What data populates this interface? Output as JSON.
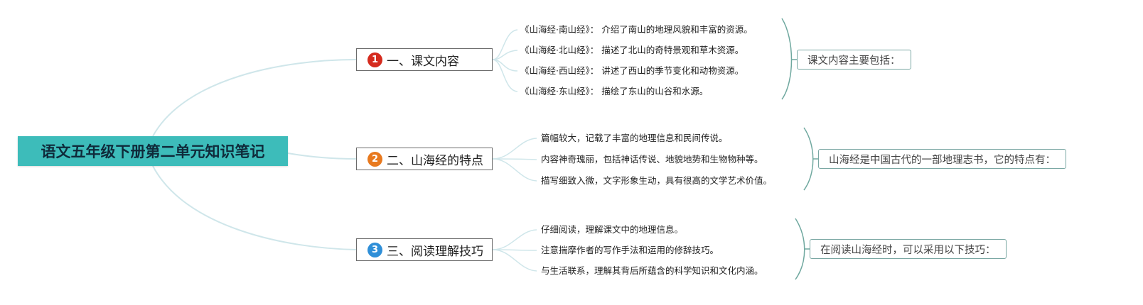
{
  "root": {
    "title": "语文五年级下册第二单元知识笔记"
  },
  "colors": {
    "root_fill": "#3dbcba",
    "connector": "#cfe6ea",
    "brace": "#6fa89f",
    "badge_1": "#d52b1e",
    "badge_2": "#e8791e",
    "badge_3": "#2f8fd8"
  },
  "branches": [
    {
      "number": "1",
      "label": "一、课文内容",
      "summary": "课文内容主要包括：",
      "leaves": [
        "《山海经·南山经》： 介绍了南山的地理风貌和丰富的资源。",
        "《山海经·北山经》： 描述了北山的奇特景观和草木资源。",
        "《山海经·西山经》： 讲述了西山的季节变化和动物资源。",
        "《山海经·东山经》： 描绘了东山的山谷和水源。"
      ]
    },
    {
      "number": "2",
      "label": "二、山海经的特点",
      "summary": "山海经是中国古代的一部地理志书，它的特点有：",
      "leaves": [
        "篇幅较大，记载了丰富的地理信息和民间传说。",
        "内容神奇瑰丽，包括神话传说、地貌地势和生物物种等。",
        "描写细致入微，文字形象生动，具有很高的文学艺术价值。"
      ]
    },
    {
      "number": "3",
      "label": "三、阅读理解技巧",
      "summary": "在阅读山海经时，可以采用以下技巧：",
      "leaves": [
        "仔细阅读，理解课文中的地理信息。",
        "注意揣摩作者的写作手法和运用的修辞技巧。",
        "与生活联系，理解其背后所蕴含的科学知识和文化内涵。"
      ]
    }
  ]
}
